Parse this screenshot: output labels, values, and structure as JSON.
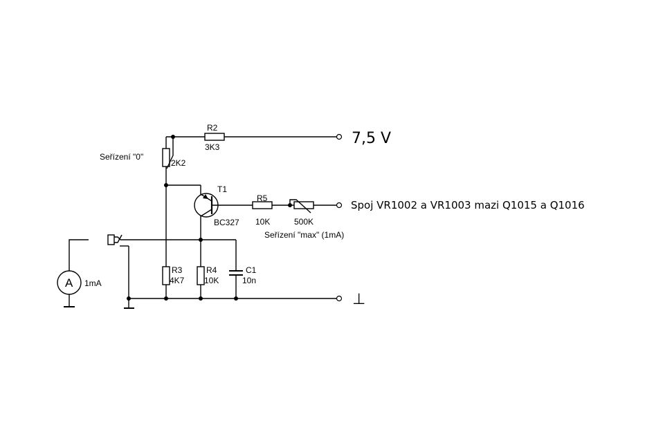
{
  "supply": {
    "label": "7,5 V"
  },
  "output": {
    "label": "Spoj VR1002 a VR1003 mazi Q1015 a Q1016"
  },
  "ground": {
    "symbol": "⊥"
  },
  "trims": {
    "zero_label": "Seřízení \"0\"",
    "max_label": "Seřízení \"max\" (1mA)"
  },
  "components": {
    "r2": {
      "name": "R2",
      "value": "3K3"
    },
    "trim_zero": {
      "value": "2K2"
    },
    "t1": {
      "name": "T1",
      "part": "BC327"
    },
    "r5": {
      "name": "R5",
      "value": "10K"
    },
    "trim_max": {
      "value": "500K"
    },
    "r3": {
      "name": "R3",
      "value": "4K7"
    },
    "r4": {
      "name": "R4",
      "value": "10K"
    },
    "c1": {
      "name": "C1",
      "value": "10n"
    },
    "meter": {
      "symbol": "A",
      "value": "1mA"
    }
  }
}
